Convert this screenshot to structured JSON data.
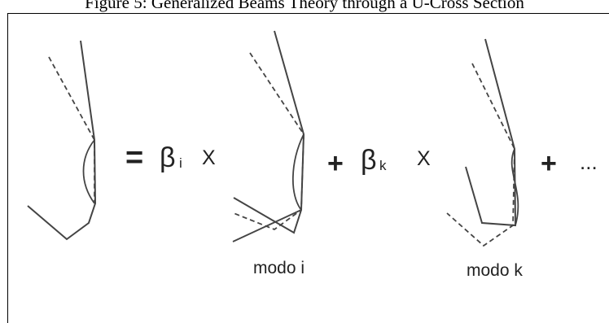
{
  "caption": "Figure 5: Generalized  Beams Theory through  a U-Cross Section",
  "equation": {
    "equals": "=",
    "beta_i": "β",
    "sub_i": "i",
    "times_1": "X",
    "plus_1": "+",
    "beta_k": "β",
    "sub_k": "k",
    "times_2": "X",
    "plus_2": "+",
    "ellipsis": "..."
  },
  "modes": [
    {
      "label": "modo i"
    },
    {
      "label": "modo k"
    }
  ]
}
